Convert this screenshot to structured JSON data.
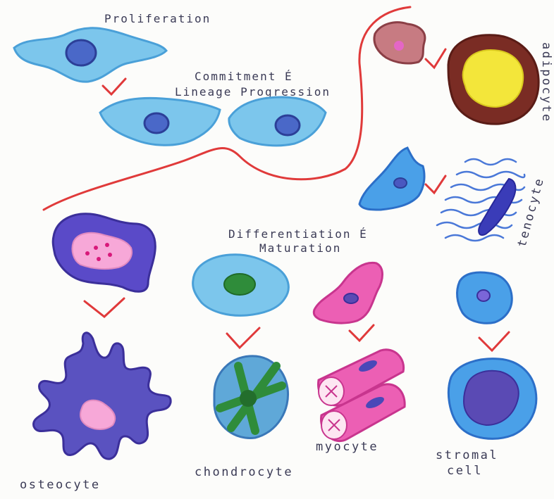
{
  "labels": {
    "proliferation": "Proliferation",
    "commitment_1": "Commitment É",
    "commitment_2": "Lineage Progression",
    "differentiation_1": "Differentiation É",
    "differentiation_2": "Maturation",
    "adipocyte": "adipocyte",
    "tenocyte": "tenocyte",
    "osteocyte": "osteocyte",
    "chondrocyte": "chondrocyte",
    "myocyte": "myocyte",
    "stromal_1": "stromal",
    "stromal_2": "cell"
  },
  "colors": {
    "stem_blue": "#7cc6ec",
    "stem_nucleus": "#4a68c8",
    "arrow_red": "#e0393a",
    "divider_red": "#e03a3a",
    "adipocyte_outer": "#7a2c24",
    "adipocyte_inner": "#f3e63a",
    "chondro_stroke": "#2f8c3a",
    "myocyte_pink": "#ec5fb4",
    "osteo_purple": "#5a52c0",
    "osteo_pink": "#f7a8d8",
    "stromal_nucleus": "#5a4ab4"
  }
}
